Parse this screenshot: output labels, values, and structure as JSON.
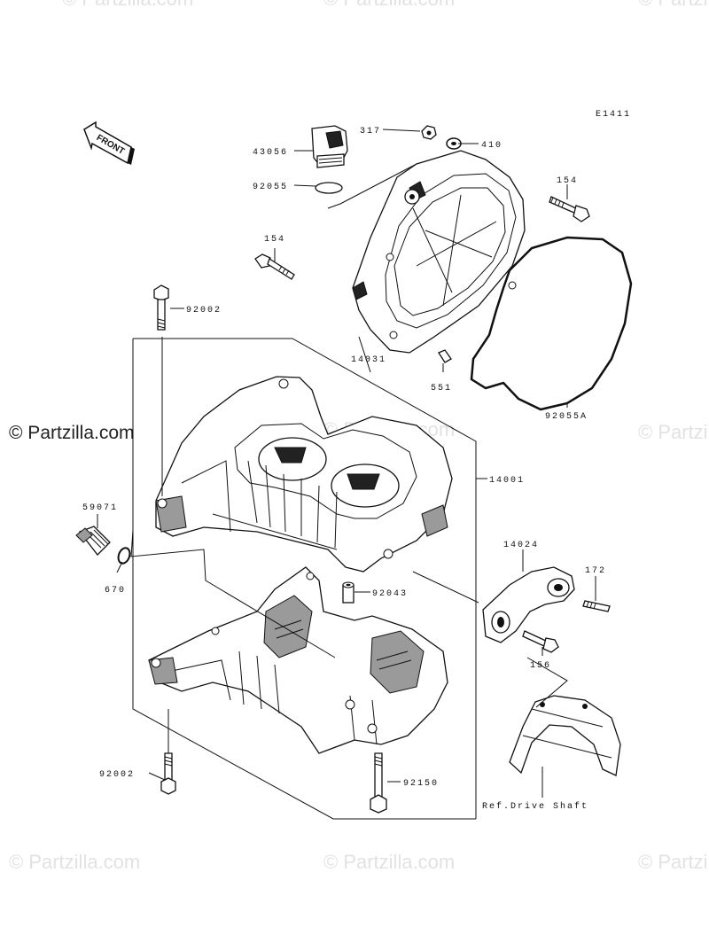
{
  "diagram": {
    "code": "E1411",
    "front_label": "FRONT",
    "ref_note": "Ref.Drive Shaft",
    "watermark": "© Partzilla.com",
    "watermark_main": "© Partzilla.com",
    "callouts": {
      "c317": "317",
      "c410": "410",
      "c43056": "43056",
      "c92055": "92055",
      "c154_top": "154",
      "c154_left": "154",
      "c92002_top": "92002",
      "c14031": "14031",
      "c551": "551",
      "c92055A": "92055A",
      "c14001": "14001",
      "c59071": "59071",
      "c670": "670",
      "c92043": "92043",
      "c14024": "14024",
      "c172": "172",
      "c156": "156",
      "c92002_bottom": "92002",
      "c92150": "92150"
    }
  }
}
